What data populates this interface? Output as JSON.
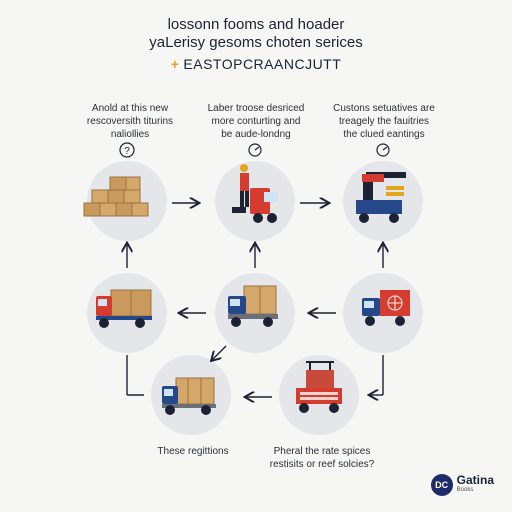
{
  "header": {
    "title_line1": "lossonn fooms and hoader",
    "title_line2": "yaLerisy gesoms choten serices",
    "brand_plus": "+",
    "brand_text": "EASTOPCRAANCJUTT"
  },
  "captions": {
    "top_left": [
      "Anold at this new",
      "rescoversith titurins",
      "naliollies"
    ],
    "top_center": [
      "Laber troose desriced",
      "more conturting and",
      "be aude-londng"
    ],
    "top_right": [
      "Custons setuatives are",
      "treagely the fauitries",
      "the clued eantings"
    ],
    "bottom_left": [
      "These regittions"
    ],
    "bottom_center": [
      "Pheral the rate spices",
      "restisits or reef solcies?"
    ]
  },
  "icons": {
    "question": "?",
    "nodes": [
      "boxes-icon",
      "worker-truck-icon",
      "crane-loader-icon",
      "cargo-truck-icon",
      "loaded-truck-icon",
      "red-cargo-truck-icon",
      "crate-truck-icon",
      "warehouse-truck-icon"
    ]
  },
  "logo": {
    "badge": "DC",
    "name": "Gatina",
    "sub": "Books"
  },
  "colors": {
    "circle": "#e4e6ea",
    "truck_red": "#d63b2f",
    "truck_blue": "#25488a",
    "crate": "#c99a5b",
    "arrow": "#1c2233",
    "accent": "#e2a51b"
  }
}
